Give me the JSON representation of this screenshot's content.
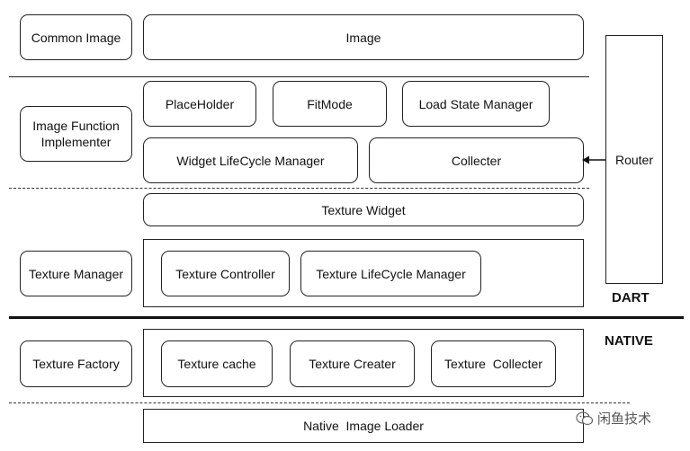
{
  "left_labels": {
    "common_image": "Common Image",
    "image_function_implementer": "Image Function\nImplementer",
    "texture_manager": "Texture Manager",
    "texture_factory": "Texture Factory"
  },
  "image_layer": {
    "image": "Image"
  },
  "function_layer": {
    "placeholder": "PlaceHolder",
    "fitmode": "FitMode",
    "load_state_manager": "Load State Manager",
    "widget_lifecycle_manager": "Widget LifeCycle Manager",
    "collecter": "Collecter"
  },
  "texture_layer": {
    "texture_widget": "Texture Widget",
    "texture_controller": "Texture Controller",
    "texture_lifecycle_manager": "Texture LifeCycle Manager"
  },
  "native_layer": {
    "texture_cache": "Texture cache",
    "texture_creater": "Texture Creater",
    "texture_collecter": "Texture  Collecter",
    "native_image_loader": "Native  Image Loader"
  },
  "router": "Router",
  "sections": {
    "dart": "DART",
    "native": "NATIVE"
  },
  "watermark": "闲鱼技术"
}
